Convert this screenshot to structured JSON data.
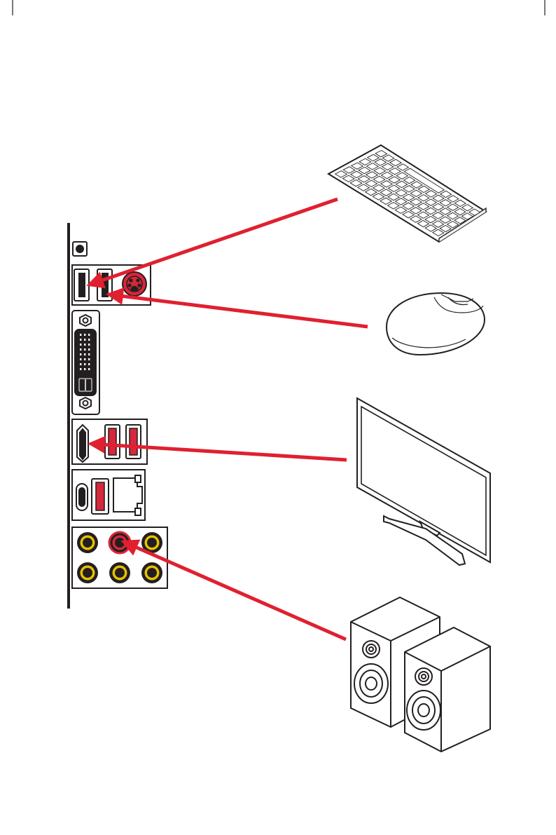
{
  "figure": {
    "devices": [
      {
        "id": "keyboard",
        "icon": "keyboard-icon",
        "connects_to": "usb-port"
      },
      {
        "id": "mouse",
        "icon": "mouse-icon",
        "connects_to": "usb-port"
      },
      {
        "id": "monitor",
        "icon": "monitor-icon",
        "connects_to": "hdmi-port"
      },
      {
        "id": "speakers",
        "icon": "speakers-icon",
        "connects_to": "line-out-audio-jack"
      }
    ]
  },
  "colors": {
    "arrow": "#e02030",
    "port_highlight": "#d8273a",
    "jack_ring": "#e8c000",
    "outline": "#231f20",
    "device_fill": "#ffffff"
  }
}
